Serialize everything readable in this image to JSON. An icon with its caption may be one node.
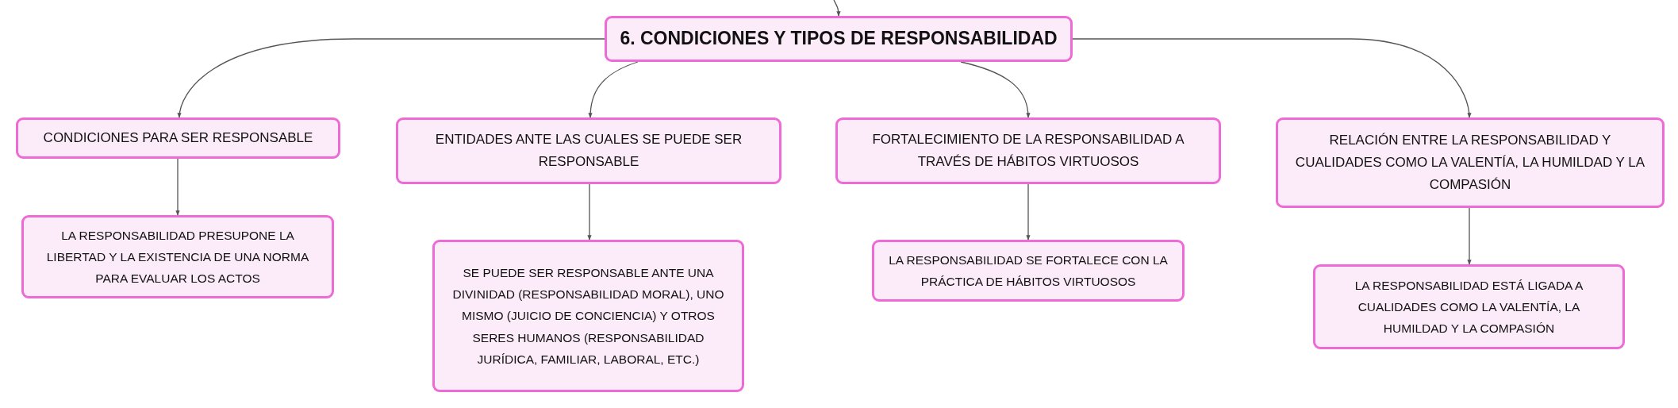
{
  "diagram": {
    "nodes": [
      {
        "text": [
          "6. CONDICIONES Y TIPOS DE RESPONSABILIDAD"
        ]
      },
      {
        "text": [
          "CONDICIONES PARA SER RESPONSABLE"
        ]
      },
      {
        "text": [
          "ENTIDADES ANTE LAS CUALES SE PUEDE SER RESPONSABLE"
        ]
      },
      {
        "text": [
          "FORTALECIMIENTO DE LA RESPONSABILIDAD A TRAVÉS DE HÁBITOS VIRTUOSOS"
        ]
      },
      {
        "text": [
          "RELACIÓN ENTRE LA RESPONSABILIDAD Y CUALIDADES COMO LA VALENTÍA, LA HUMILDAD Y LA COMPASIÓN"
        ]
      },
      {
        "text": [
          "LA RESPONSABILIDAD PRESUPONE LA LIBERTAD Y LA EXISTENCIA DE UNA NORMA PARA EVALUAR LOS ACTOS"
        ]
      },
      {
        "text": [
          "SE PUEDE SER RESPONSABLE ANTE UNA DIVINIDAD (RESPONSABILIDAD MORAL), UNO MISMO (JUICIO DE CONCIENCIA) Y OTROS SERES HUMANOS (RESPONSABILIDAD JURÍDICA, FAMILIAR, LABORAL, ETC.)"
        ]
      },
      {
        "text": [
          "LA RESPONSABILIDAD SE FORTALECE CON LA PRÁCTICA DE HÁBITOS VIRTUOSOS"
        ]
      },
      {
        "text": [
          "LA RESPONSABILIDAD ESTÁ LIGADA A CUALIDADES COMO LA VALENTÍA, LA HUMILDAD Y LA COMPASIÓN"
        ]
      }
    ],
    "edges": [
      {
        "from": null,
        "to": 0,
        "arrow": "to"
      },
      {
        "from": 0,
        "to": 1,
        "arrow": "to"
      },
      {
        "from": 0,
        "to": 2,
        "arrow": "to"
      },
      {
        "from": 0,
        "to": 3,
        "arrow": "to"
      },
      {
        "from": 0,
        "to": 4,
        "arrow": "to"
      },
      {
        "from": 1,
        "to": 5,
        "arrow": "to"
      },
      {
        "from": 2,
        "to": 6,
        "arrow": "to"
      },
      {
        "from": 3,
        "to": 7,
        "arrow": "to"
      },
      {
        "from": 4,
        "to": 8,
        "arrow": "to"
      }
    ]
  }
}
